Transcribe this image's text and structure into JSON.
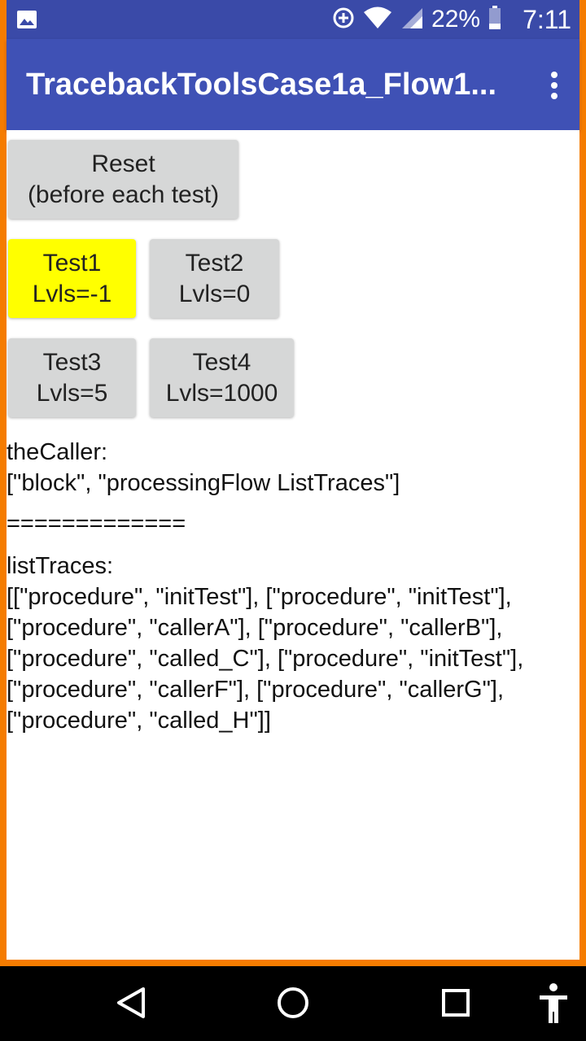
{
  "status_bar": {
    "battery": "22%",
    "time": "7:11",
    "icons": [
      "image-icon",
      "data-saver-icon",
      "wifi-icon",
      "signal-icon",
      "battery-icon"
    ]
  },
  "app_bar": {
    "title": "TracebackToolsCase1a_Flow1...",
    "overflow_icon": "more-vert-icon"
  },
  "buttons": {
    "reset": "Reset\n(before each test)",
    "test1": "Test1\nLvls=-1",
    "test2": "Test2\nLvls=0",
    "test3": "Test3\nLvls=5",
    "test4": "Test4\nLvls=1000"
  },
  "output": {
    "caller": "theCaller:\n[\"block\", \"processingFlow ListTraces\"]",
    "separator": "=============",
    "traces": "listTraces:\n[[\"procedure\", \"initTest\"], [\"procedure\", \"initTest\"],\n[\"procedure\", \"callerA\"], [\"procedure\", \"callerB\"],\n[\"procedure\", \"called_C\"], [\"procedure\", \"initTest\"],\n[\"procedure\", \"callerF\"], [\"procedure\", \"callerG\"],\n[\"procedure\", \"called_H\"]]"
  },
  "colors": {
    "status_bar": "#3a4aa8",
    "app_bar": "#3f51b5",
    "frame_border": "#f57c00",
    "button": "#d6d7d7",
    "button_highlight": "#ffff00"
  },
  "nav_bar": {
    "icons": [
      "back-icon",
      "home-icon",
      "recents-icon",
      "accessibility-icon"
    ]
  }
}
